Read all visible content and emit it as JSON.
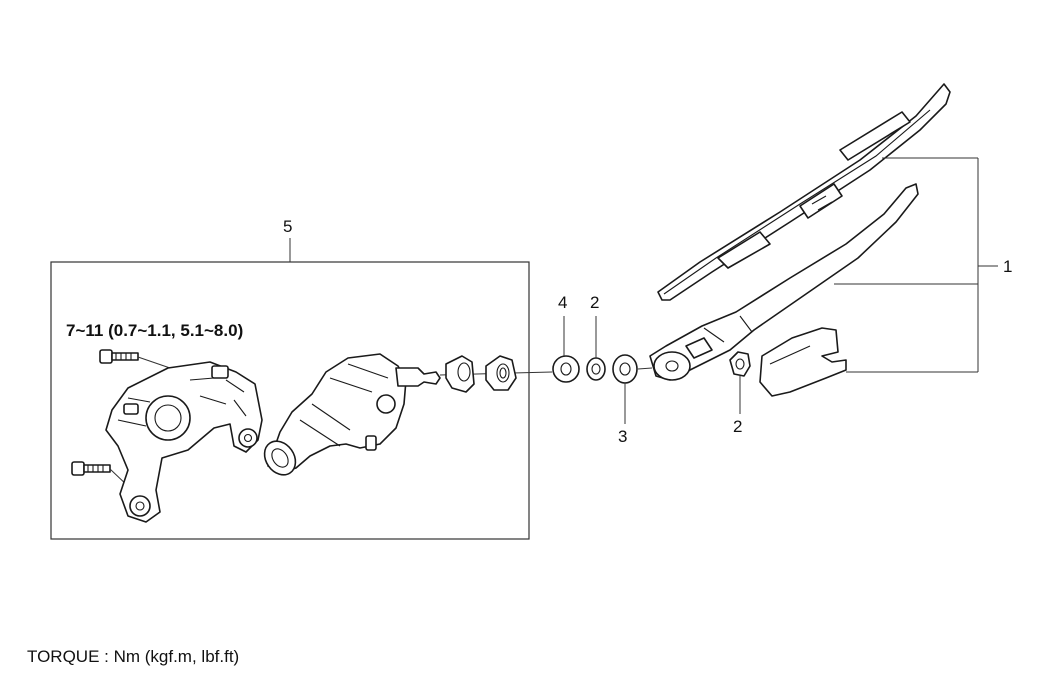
{
  "callouts": {
    "wiper_arm_blade": "1",
    "nut_upper": "2",
    "nut_lower": "2",
    "cap_washer": "3",
    "washer": "4",
    "motor_assembly": "5"
  },
  "torque_spec": "7~11 (0.7~1.1, 5.1~8.0)",
  "legend": "TORQUE : Nm (kgf.m, lbf.ft)"
}
